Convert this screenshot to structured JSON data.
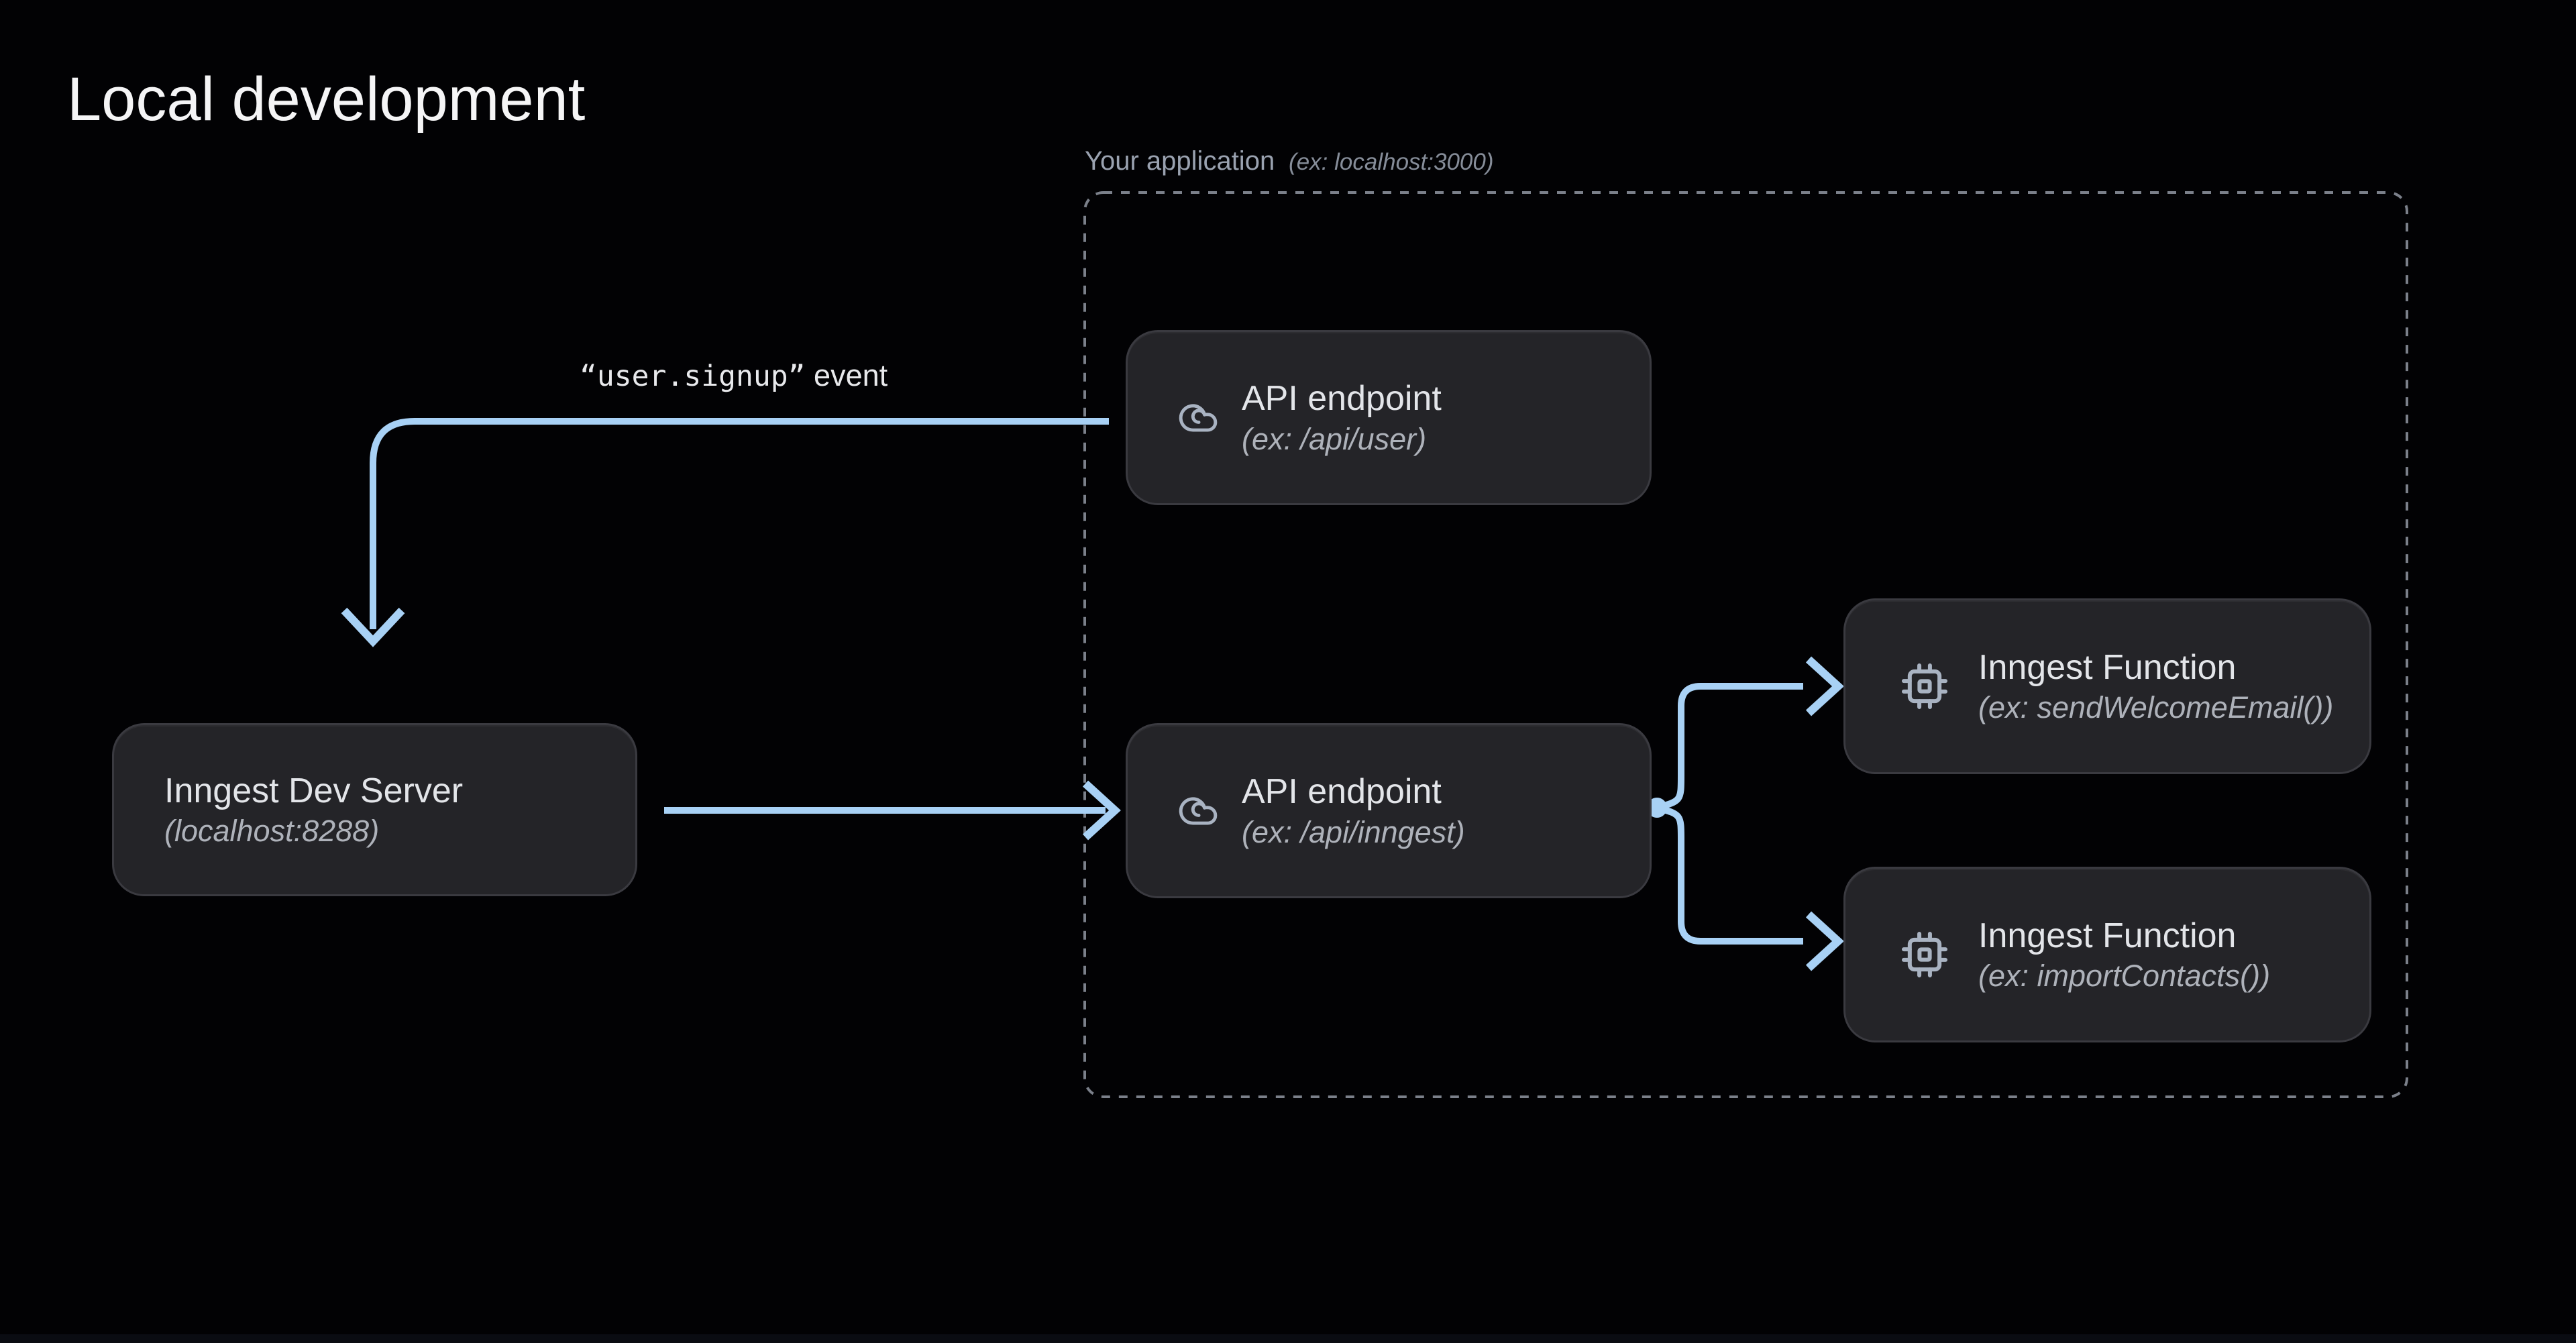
{
  "page": {
    "title": "Local development"
  },
  "application_container": {
    "label": "Your application",
    "example": "(ex: localhost:3000)"
  },
  "edge_label": {
    "event_name": "“user.signup”",
    "suffix": " event"
  },
  "nodes": {
    "dev_server": {
      "title": "Inngest Dev Server",
      "subtitle": "(localhost:8288)"
    },
    "api_user": {
      "title": "API endpoint",
      "subtitle": "(ex: /api/user)",
      "icon": "cloud-icon"
    },
    "api_inngest": {
      "title": "API endpoint",
      "subtitle": "(ex: /api/inngest)",
      "icon": "cloud-icon"
    },
    "fn_send_welcome_email": {
      "title": "Inngest Function",
      "subtitle": "(ex: sendWelcomeEmail())",
      "icon": "cpu-chip-icon"
    },
    "fn_import_contacts": {
      "title": "Inngest Function",
      "subtitle": "(ex: importContacts())",
      "icon": "cpu-chip-icon"
    }
  },
  "colors": {
    "background": "#020204",
    "arrow": "#a8d1f5",
    "node_fill": "#242428",
    "node_border": "#3a3a40",
    "dashed_border": "#7b808a",
    "page_title_text": "#f5f5f6",
    "node_title_text": "#e3e5e9",
    "node_subtitle_text": "#aeb2ba",
    "container_label_text": "#9aa2b0",
    "icon": "#a9b3c2"
  }
}
